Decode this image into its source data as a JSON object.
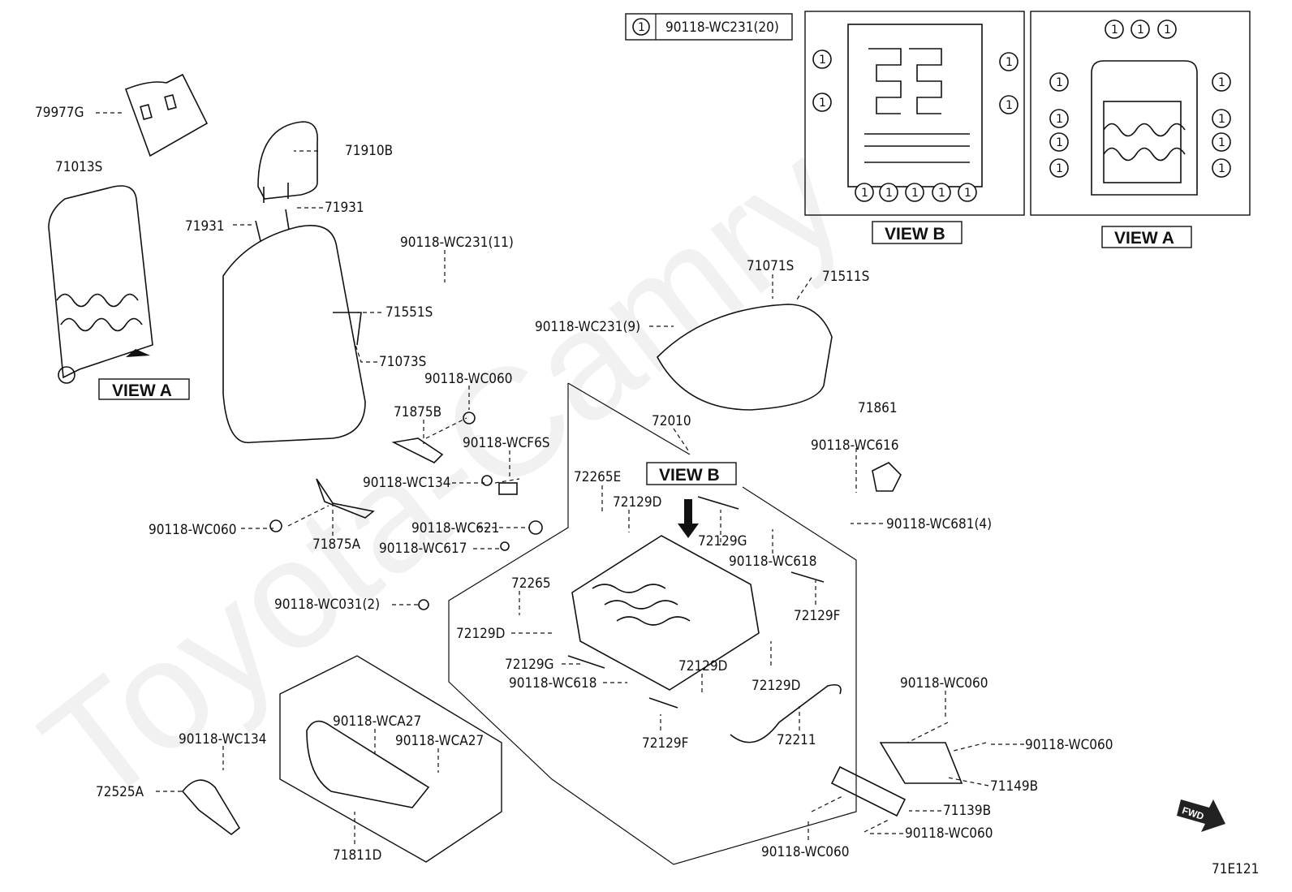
{
  "watermark": "Toyota-Camry",
  "legend": {
    "marker": "1",
    "part": "90118-WC231(20)"
  },
  "views": {
    "view_a": "VIEW A",
    "view_b": "VIEW B"
  },
  "labels": {
    "p79977G": "79977G",
    "p71013S": "71013S",
    "p71910B": "71910B",
    "p71931a": "71931",
    "p71931b": "71931",
    "wc231_11": "90118-WC231(11)",
    "p71551S": "71551S",
    "p71073S": "71073S",
    "wc060a": "90118-WC060",
    "p71875B": "71875B",
    "wcf6s": "90118-WCF6S",
    "wc134a": "90118-WC134",
    "wc060b": "90118-WC060",
    "p71875A": "71875A",
    "wc621": "90118-WC621",
    "wc617": "90118-WC617",
    "wc031": "90118-WC031(2)",
    "wc231_9": "90118-WC231(9)",
    "p71071S": "71071S",
    "p71511S": "71511S",
    "p72010": "72010",
    "p72265E": "72265E",
    "p72129D_a": "72129D",
    "p72129G_a": "72129G",
    "wc618a": "90118-WC618",
    "p71861": "71861",
    "wc616": "90118-WC616",
    "wc681": "90118-WC681(4)",
    "p72129F_a": "72129F",
    "p72265": "72265",
    "p72129D_b": "72129D",
    "p72129G_b": "72129G",
    "wc618b": "90118-WC618",
    "p72129D_c": "72129D",
    "p72129D_d": "72129D",
    "p72211": "72211",
    "p72129F_b": "72129F",
    "wc060c": "90118-WC060",
    "wc060d": "90118-WC060",
    "p71149B": "71149B",
    "p71139B": "71139B",
    "wc060e": "90118-WC060",
    "wc060f": "90118-WC060",
    "wca27a": "90118-WCA27",
    "wca27b": "90118-WCA27",
    "wc134b": "90118-WC134",
    "p72525A": "72525A",
    "p71811D": "71811D",
    "fwd": "FWD",
    "diagram_code": "71E121"
  }
}
